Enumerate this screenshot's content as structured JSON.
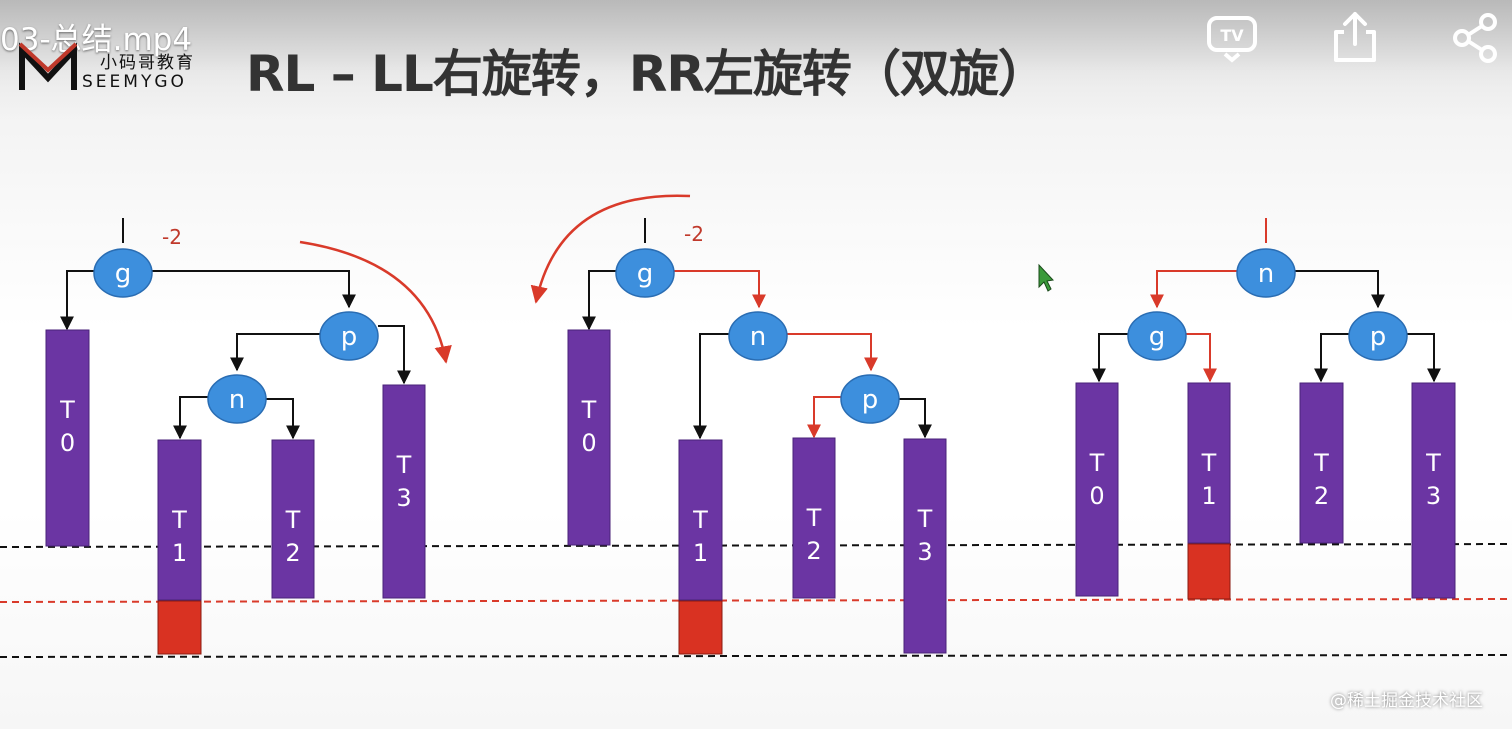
{
  "video_title": "03-总结.mp4",
  "logo": {
    "cn": "小码哥教育",
    "en": "SEEMYGO",
    "mark_letter": "M"
  },
  "slide_title": "RL – LL右旋转，RR左旋转（双旋）",
  "watermark": "@稀土掘金技术社区",
  "controls": [
    {
      "name": "tv-icon",
      "label": "TV"
    },
    {
      "name": "share-icon"
    },
    {
      "name": "share-network-icon"
    }
  ],
  "colors": {
    "node_fill": "#3d8fdd",
    "subtree_fill": "#6b35a3",
    "overflow_fill": "#d93222",
    "black_arrow": "#111111",
    "red_arrow": "#d93a2a"
  },
  "diagrams": [
    {
      "balance_factor": "-2",
      "nodes": [
        "g",
        "p",
        "n"
      ],
      "subtrees": [
        {
          "label": [
            "T",
            "0"
          ]
        },
        {
          "label": [
            "T",
            "1"
          ],
          "overflow": true
        },
        {
          "label": [
            "T",
            "2"
          ]
        },
        {
          "label": [
            "T",
            "3"
          ]
        }
      ]
    },
    {
      "balance_factor": "-2",
      "nodes": [
        "g",
        "n",
        "p"
      ],
      "subtrees": [
        {
          "label": [
            "T",
            "0"
          ]
        },
        {
          "label": [
            "T",
            "1"
          ],
          "overflow": true
        },
        {
          "label": [
            "T",
            "2"
          ]
        },
        {
          "label": [
            "T",
            "3"
          ]
        }
      ]
    },
    {
      "nodes": [
        "n",
        "g",
        "p"
      ],
      "subtrees": [
        {
          "label": [
            "T",
            "0"
          ]
        },
        {
          "label": [
            "T",
            "1"
          ],
          "overflow": true
        },
        {
          "label": [
            "T",
            "2"
          ]
        },
        {
          "label": [
            "T",
            "3"
          ]
        }
      ]
    }
  ]
}
